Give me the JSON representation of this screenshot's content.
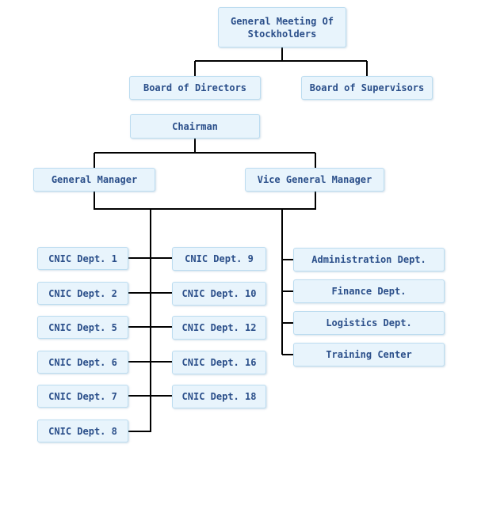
{
  "org_chart": {
    "top": "General Meeting Of Stockholders",
    "board": "Board of Directors",
    "supervisors": "Board of Supervisors",
    "chairman": "Chairman",
    "general_manager": "General Manager",
    "vice_manager": "Vice General Manager",
    "depts_left": [
      "CNIC Dept. 1",
      "CNIC Dept. 2",
      "CNIC Dept. 5",
      "CNIC Dept. 6",
      "CNIC Dept. 7",
      "CNIC Dept. 8"
    ],
    "depts_middle": [
      "CNIC Dept. 9",
      "CNIC Dept. 10",
      "CNIC Dept. 12",
      "CNIC Dept. 16",
      "CNIC Dept. 18"
    ],
    "depts_right": [
      "Administration Dept.",
      "Finance Dept.",
      "Logistics Dept.",
      "Training Center"
    ]
  }
}
